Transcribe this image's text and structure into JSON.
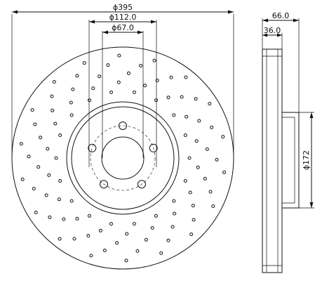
{
  "drawing": {
    "dimensions": {
      "outer_diameter": "ϕ395",
      "center_bore": "ϕ112.0",
      "hub_hole": "ϕ67.0",
      "total_thickness": "66.0",
      "disc_thickness": "36.0",
      "hub_height": "ϕ172"
    },
    "bolt_holes": 5,
    "ink_color": "#111111",
    "background": "#ffffff"
  }
}
